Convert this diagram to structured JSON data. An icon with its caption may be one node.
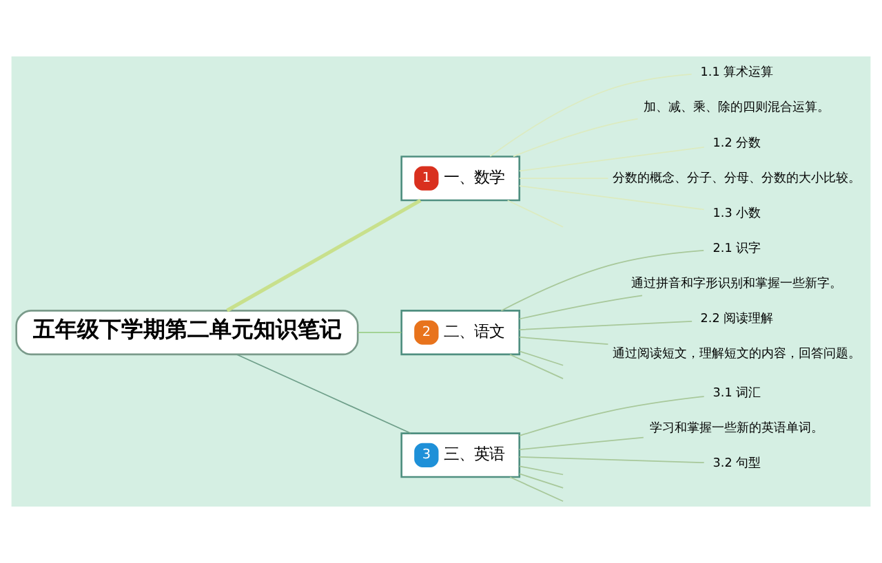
{
  "diagram": {
    "nodes": [
      {
        "text": [
          "五年级下学期第二单元知识笔记"
        ]
      },
      {
        "text": [
          "1",
          "一、数学"
        ]
      },
      {
        "text": [
          "2",
          "二、语文"
        ]
      },
      {
        "text": [
          "3",
          "三、英语"
        ]
      },
      {
        "text": [
          "1.1 算术运算"
        ]
      },
      {
        "text": [
          "加、减、乘、除的四则混合运算。"
        ]
      },
      {
        "text": [
          "1.2 分数"
        ]
      },
      {
        "text": [
          "分数的概念、分子、分母、分数的大小比较。"
        ]
      },
      {
        "text": [
          "1.3 小数"
        ]
      },
      {
        "text": [
          "2.1 识字"
        ]
      },
      {
        "text": [
          "通过拼音和字形识别和掌握一些新字。"
        ]
      },
      {
        "text": [
          "2.2 阅读理解"
        ]
      },
      {
        "text": [
          "通过阅读短文，理解短文的内容，回答问题。"
        ]
      },
      {
        "text": [
          "3.1 词汇"
        ]
      },
      {
        "text": [
          "学习和掌握一些新的英语单词。"
        ]
      },
      {
        "text": [
          "3.2 句型"
        ]
      }
    ],
    "edges": [
      {
        "from": 0,
        "to": 1,
        "arrow": "none",
        "style": "thick",
        "color": "#c8e08c"
      },
      {
        "from": 0,
        "to": 2,
        "arrow": "none",
        "color": "#9ccf8a"
      },
      {
        "from": 0,
        "to": 3,
        "arrow": "none",
        "color": "#6f9f8a"
      },
      {
        "from": 1,
        "to": 4,
        "arrow": "none",
        "color": "#dcebc0"
      },
      {
        "from": 1,
        "to": 5,
        "arrow": "none",
        "color": "#dcebc0"
      },
      {
        "from": 1,
        "to": 6,
        "arrow": "none",
        "color": "#dcebc0"
      },
      {
        "from": 1,
        "to": 7,
        "arrow": "none",
        "color": "#dcebc0"
      },
      {
        "from": 1,
        "to": 8,
        "arrow": "none",
        "color": "#dcebc0"
      },
      {
        "from": 1,
        "to": null,
        "arrow": "none",
        "color": "#dcebc0"
      },
      {
        "from": 2,
        "to": 9,
        "arrow": "none"
      },
      {
        "from": 2,
        "to": 10,
        "arrow": "none"
      },
      {
        "from": 2,
        "to": 11,
        "arrow": "none"
      },
      {
        "from": 2,
        "to": 12,
        "arrow": "none"
      },
      {
        "from": 2,
        "to": null,
        "arrow": "none"
      },
      {
        "from": 2,
        "to": null,
        "arrow": "none"
      },
      {
        "from": 3,
        "to": 13,
        "arrow": "none"
      },
      {
        "from": 3,
        "to": 14,
        "arrow": "none"
      },
      {
        "from": 3,
        "to": 15,
        "arrow": "none"
      },
      {
        "from": 3,
        "to": null,
        "arrow": "none"
      },
      {
        "from": 3,
        "to": null,
        "arrow": "none"
      },
      {
        "from": 3,
        "to": null,
        "arrow": "none"
      }
    ]
  }
}
